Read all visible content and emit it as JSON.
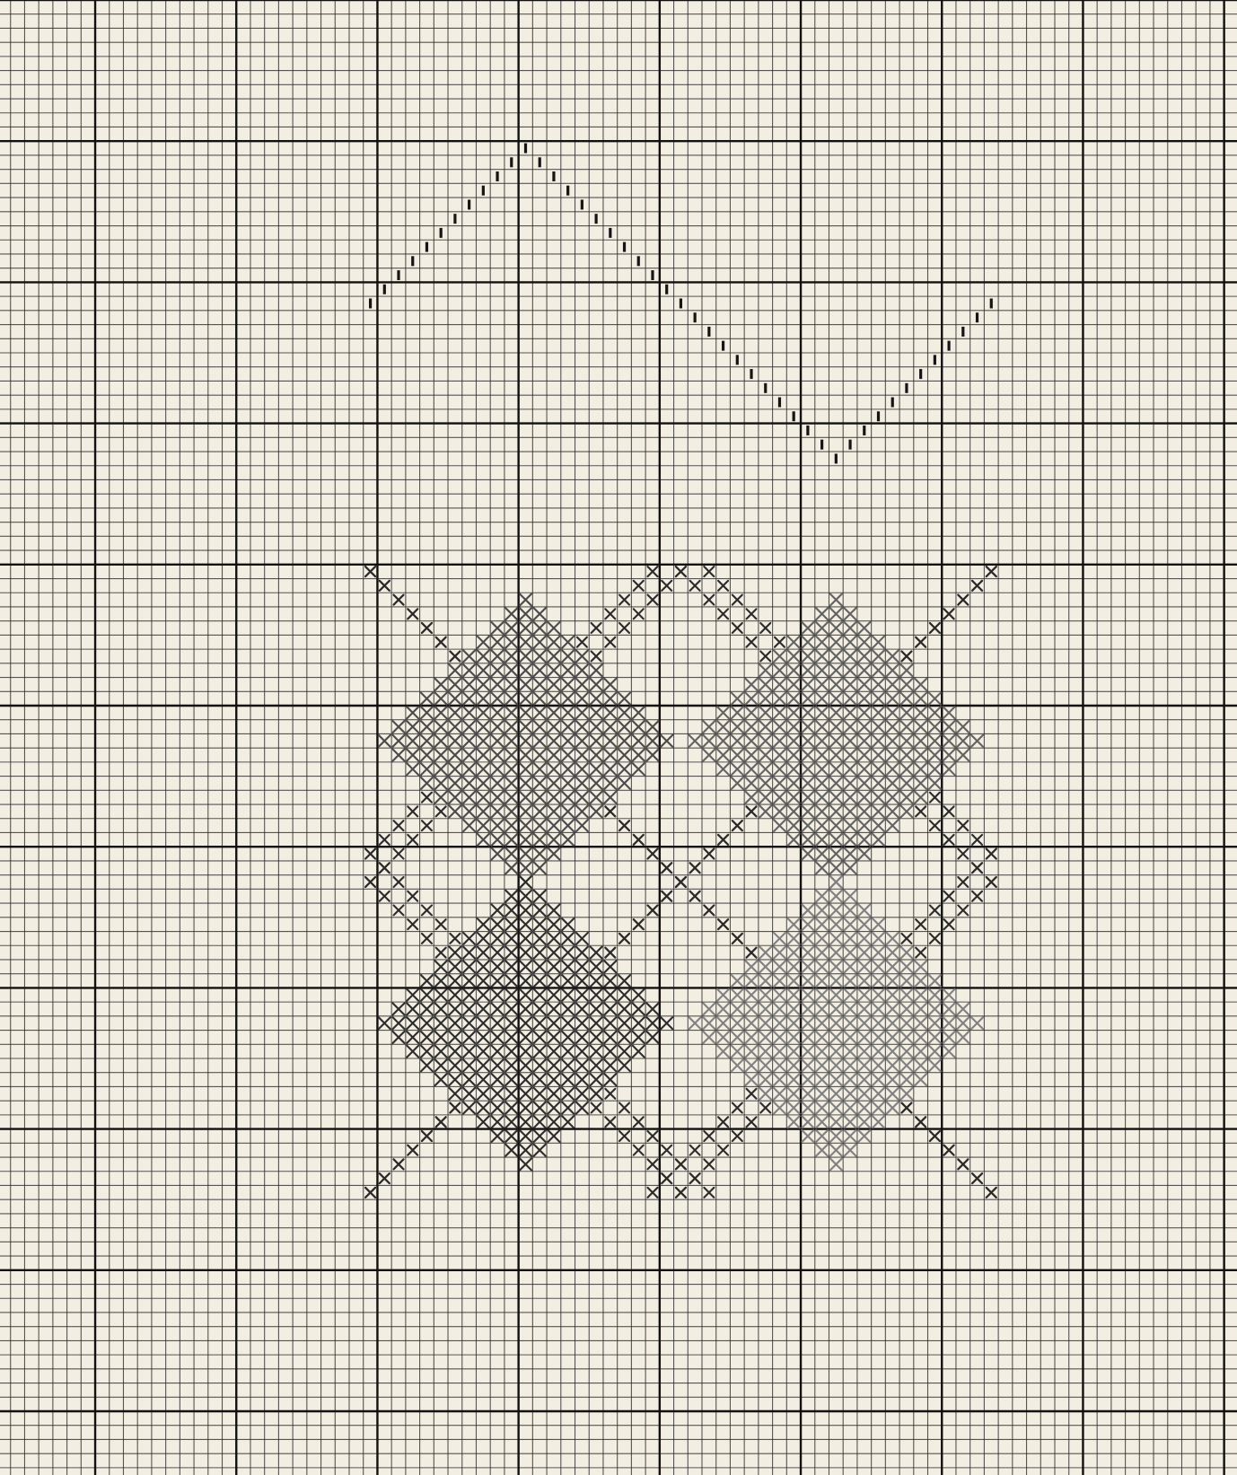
{
  "pattern": {
    "colors": {
      "paper": "#f3eee2",
      "grid": "#1a1a1a",
      "zigzag_border": "#151515",
      "diamond_top_left": "#4a4a4a",
      "diamond_top_right": "#626262",
      "diamond_bottom_left": "#2c2c2c",
      "diamond_bottom_right": "#808080",
      "diagonal_lines": "#2a2a2a"
    },
    "grid_bold_every": 10,
    "border": {
      "symbol": "vertical-tick-stitch",
      "peak_cell": [
        37,
        10
      ],
      "trough_cell": [
        59,
        32
      ],
      "start_cell": [
        26,
        21
      ],
      "end_cell": [
        70,
        21
      ]
    },
    "motif": {
      "symbol": "cross-stitch",
      "diamonds": [
        {
          "name": "top-left",
          "center_cell": [
            37,
            52
          ],
          "radius": 10
        },
        {
          "name": "top-right",
          "center_cell": [
            59,
            52
          ],
          "radius": 10
        },
        {
          "name": "bottom-left",
          "center_cell": [
            37,
            72
          ],
          "radius": 10
        },
        {
          "name": "bottom-right",
          "center_cell": [
            59,
            72
          ],
          "radius": 10
        }
      ]
    }
  }
}
